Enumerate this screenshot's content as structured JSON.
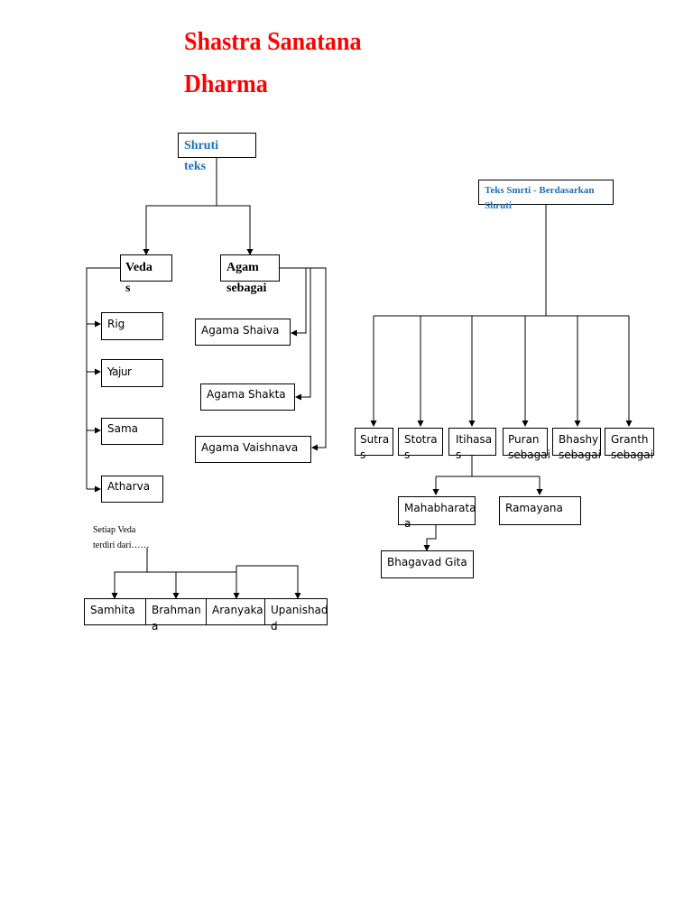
{
  "title": {
    "line1": "Shastra Sanatana",
    "line2": "Dharma"
  },
  "shruti": {
    "line1": "Shruti",
    "line2": "teks"
  },
  "smrti": {
    "line1": "Teks Smrti - Berdasarkan",
    "line2": "Shruti"
  },
  "vedas": {
    "line1": "Veda",
    "line2": "s"
  },
  "agam": {
    "line1": "Agam",
    "line2": "sebagai"
  },
  "veda_items": [
    "Rig",
    "Yajur",
    "Sama",
    "Atharva"
  ],
  "agama_items": [
    "Agama Shaiva",
    "Agama Shakta",
    "Agama Vaishnava"
  ],
  "note": {
    "line1": "Setiap Veda",
    "line2": "terdiri dari……"
  },
  "veda_parts": [
    {
      "line1": "Samhita",
      "line2": ""
    },
    {
      "line1": "Brahman",
      "line2": "a"
    },
    {
      "line1": "Aranyaka",
      "line2": ""
    },
    {
      "line1": "Upanishad",
      "line2": "d"
    }
  ],
  "smrti_items": [
    {
      "line1": "Sutra",
      "line2": "s"
    },
    {
      "line1": "Stotra",
      "line2": "s"
    },
    {
      "line1": "Itihasa",
      "line2": "s"
    },
    {
      "line1": "Puran",
      "line2": "sebagai"
    },
    {
      "line1": "Bhashy",
      "line2": "sebagai"
    },
    {
      "line1": "Granth",
      "line2": "sebagai"
    }
  ],
  "itihasa_items": [
    {
      "line1": "Mahabharata",
      "line2": "a"
    },
    {
      "line1": "Ramayana",
      "line2": ""
    }
  ],
  "gita": "Bhagavad Gita",
  "colors": {
    "title": "#ff0000",
    "shruti_text": "#1f6fb5",
    "line": "#000000"
  }
}
